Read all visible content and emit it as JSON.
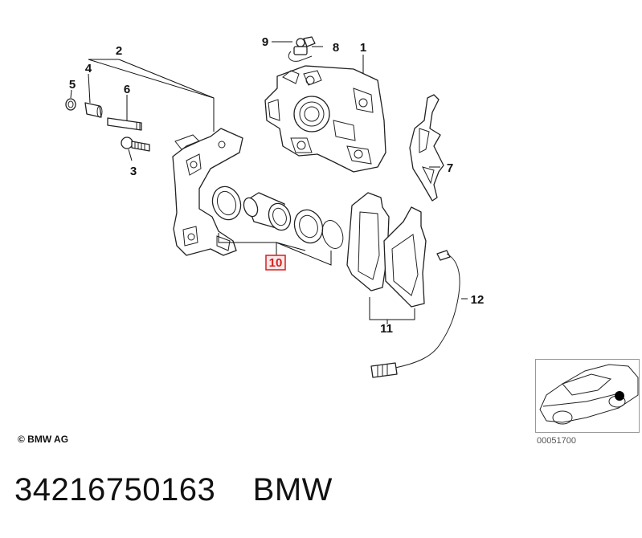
{
  "callouts": {
    "c1": "1",
    "c2": "2",
    "c3": "3",
    "c4": "4",
    "c5": "5",
    "c6": "6",
    "c7": "7",
    "c8": "8",
    "c9": "9",
    "c10": "10",
    "c11": "11",
    "c12": "12"
  },
  "highlight_color": "#d42020",
  "copyright": "© BMW AG",
  "diagram_code": "00051700",
  "footer": {
    "part_number": "34216750163",
    "brand": "BMW"
  }
}
